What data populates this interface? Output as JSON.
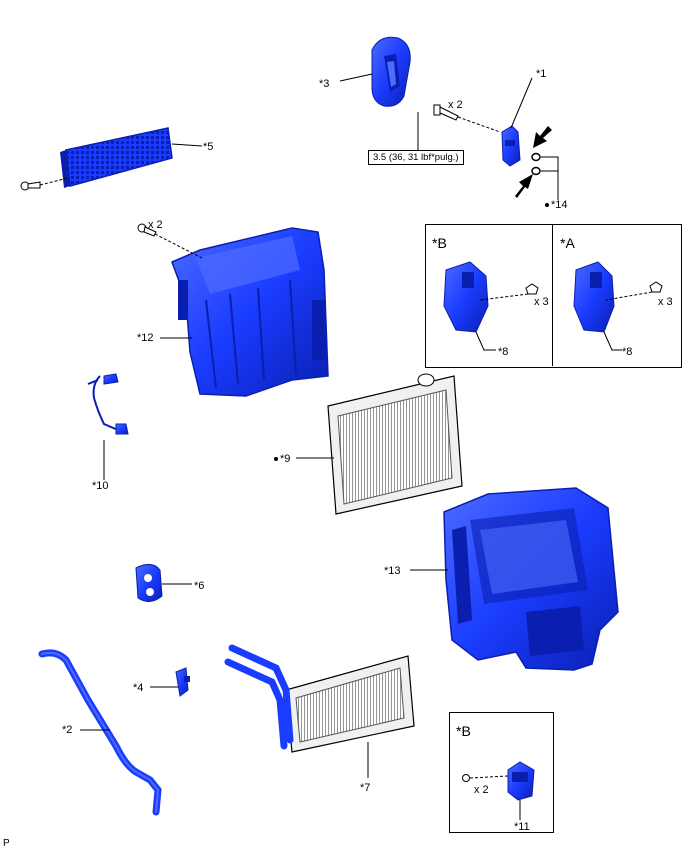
{
  "labels": {
    "p1": "*1",
    "p2": "*2",
    "p3": "*3",
    "p4": "*4",
    "p5": "*5",
    "p6": "*6",
    "p7": "*7",
    "p8a": "*8",
    "p8b": "*8",
    "p9": "*9",
    "p10": "*10",
    "p11": "*11",
    "p12": "*12",
    "p13": "*13",
    "p14": "*14"
  },
  "qty": {
    "screw_top": "x 2",
    "screw_left": "x 2",
    "insetB": "x 3",
    "insetA": "x 3",
    "insetB2": "x 2"
  },
  "torque": "3.5 (36, 31 lbf*pulg.)",
  "insets": {
    "b_title": "*B",
    "a_title": "*A",
    "b2_title": "*B"
  },
  "corner": "P",
  "colors": {
    "part": "#1a3cff",
    "part_dark": "#0a1fb0",
    "part_light": "#4d6bff",
    "line": "#000000"
  }
}
